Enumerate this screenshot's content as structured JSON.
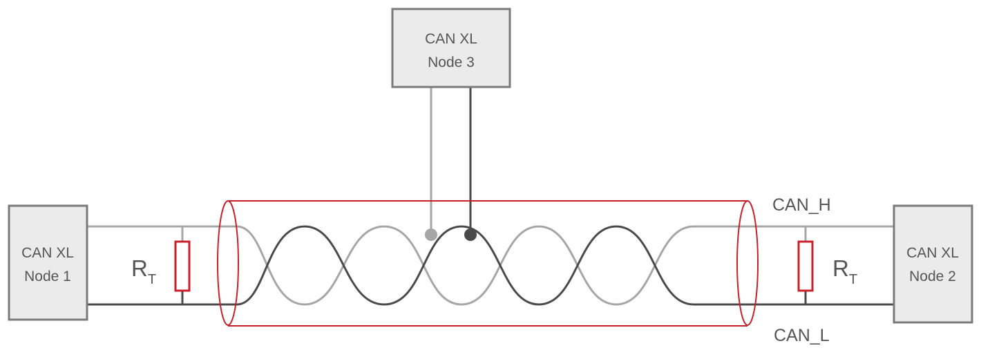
{
  "nodes": {
    "node1": {
      "line1": "CAN XL",
      "line2": "Node 1"
    },
    "node2": {
      "line1": "CAN XL",
      "line2": "Node 2"
    },
    "node3": {
      "line1": "CAN XL",
      "line2": "Node 3"
    }
  },
  "signals": {
    "high": "CAN_H",
    "low": "CAN_L"
  },
  "resistors": {
    "left": {
      "symbol": "R",
      "subscript": "T"
    },
    "right": {
      "symbol": "R",
      "subscript": "T"
    }
  },
  "colors": {
    "can_h_wire": "#a6a6a6",
    "can_l_wire": "#4a4a4a",
    "shield": "#c8202a",
    "resistor": "#c8202a",
    "node_fill": "#ebebeb",
    "node_border": "#7a7a7a",
    "text": "#555555"
  }
}
